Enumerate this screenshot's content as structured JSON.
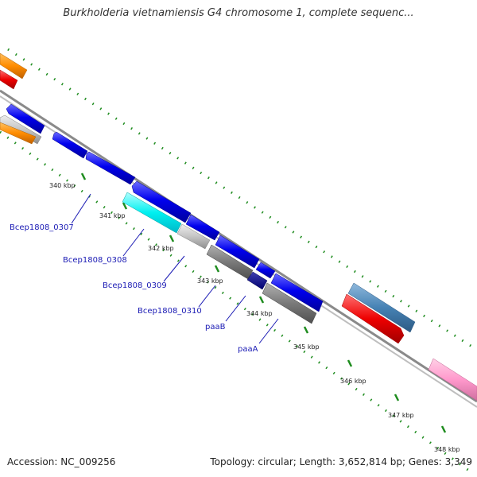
{
  "title": "Burkholderia vietnamiensis G4 chromosome 1, complete sequenc...",
  "accession": "Accession: NC_009256",
  "stats": "Topology: circular; Length: 3,652,814 bp; Genes: 3,349",
  "kbp_ticks": [
    "340 kbp",
    "341 kbp",
    "342 kbp",
    "343 kbp",
    "344 kbp",
    "345 kbp",
    "346 kbp",
    "347 kbp",
    "348 kbp"
  ],
  "gene_labels": [
    "Bcep1808_0307",
    "Bcep1808_0308",
    "Bcep1808_0309",
    "Bcep1808_0310",
    "paaB",
    "paaA"
  ],
  "colors": {
    "blue": "#0000ee",
    "darkblue": "#00008b",
    "cyan": "#00f0f0",
    "gray": "#8a8a8a",
    "lightgray": "#c4c4c4",
    "steelblue": "#4682b4",
    "red": "#ee0000",
    "orange": "#ff8c00",
    "pink": "#ff99cc",
    "tick": "#1e8c1e",
    "backbone": "#8a8a8a"
  }
}
